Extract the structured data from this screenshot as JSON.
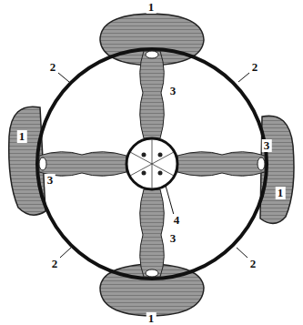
{
  "diagram": {
    "labels": [
      "1",
      "2",
      "2",
      "3",
      "1",
      "3",
      "3",
      "1",
      "4",
      "3",
      "2",
      "2",
      "1"
    ]
  }
}
